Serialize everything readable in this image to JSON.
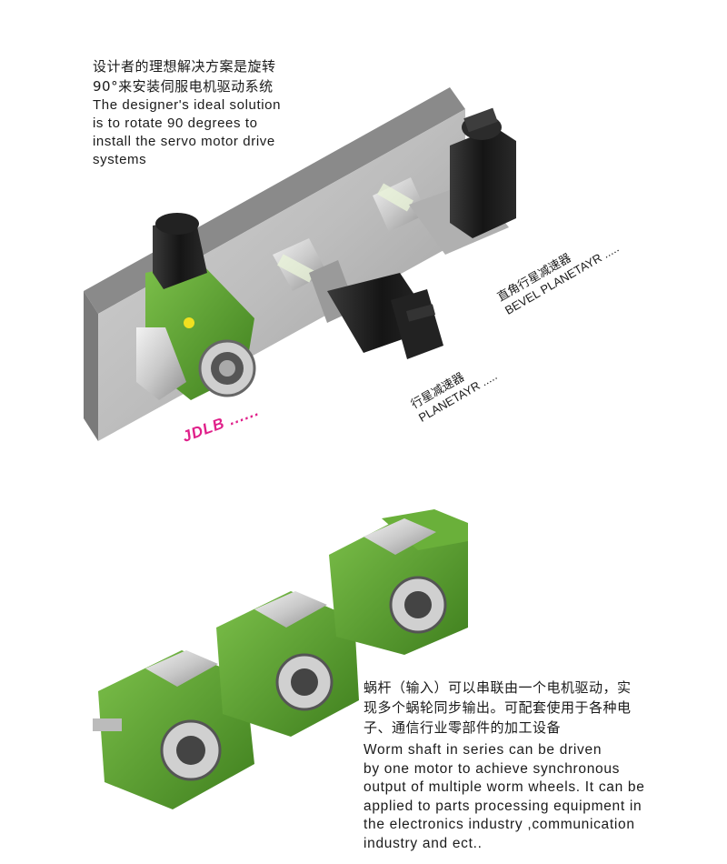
{
  "top": {
    "cn_lines": [
      "设计者的理想解决方案是旋转",
      "90°来安装伺服电机驱动系统"
    ],
    "en_lines": [
      "The designer's ideal solution",
      "is to rotate 90 degrees to",
      "install the servo motor drive",
      "systems"
    ]
  },
  "labels": {
    "bevel": {
      "cn": "直角行星减速器",
      "en": "BEVEL PLANETAYR ....."
    },
    "planet": {
      "cn": "行星减速器",
      "en": "PLANETAYR ....."
    },
    "jdlb": "JDLB ......"
  },
  "bottom": {
    "cn_lines": [
      "蜗杆（输入）可以串联由一个电机驱动，实",
      "现多个蜗轮同步输出。可配套使用于各种电",
      "子、通信行业零部件的加工设备"
    ],
    "en_lines": [
      "Worm shaft in series can be driven",
      "by one motor to achieve synchronous",
      "output of multiple worm wheels. It can be",
      "applied to parts processing equipment in",
      "the electronics industry ,communication",
      "industry and ect.."
    ]
  },
  "colors": {
    "accent": "#e0208a",
    "gear_green": "#5aa02c",
    "motor_black": "#1c1c1c",
    "plate_grey": "#b9b9b9"
  }
}
